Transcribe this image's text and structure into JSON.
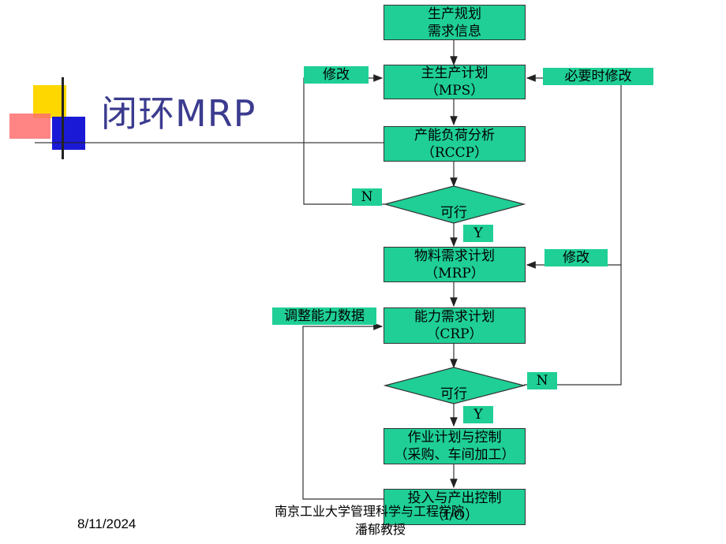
{
  "title": "闭环MRP",
  "footer": {
    "date": "8/11/2024",
    "org_line1": "南京工业大学管理科学与工程学院",
    "org_line2": "潘郁教授"
  },
  "nodes": {
    "demand": {
      "line1": "生产规划",
      "line2": "需求信息"
    },
    "mps": {
      "line1": "主生产计划",
      "line2": "（MPS）"
    },
    "rccp": {
      "line1": "产能负荷分析",
      "line2": "（RCCP）"
    },
    "decision1": "可行",
    "mrp": {
      "line1": "物料需求计划",
      "line2": "（MRP）"
    },
    "crp": {
      "line1": "能力需求计划",
      "line2": "（CRP）"
    },
    "decision2": "可行",
    "ops": {
      "line1": "作业计划与控制",
      "line2": "（采购、车间加工）"
    },
    "io": {
      "line1": "投入与产出控制",
      "line2": "（I/O）"
    }
  },
  "labels": {
    "modify_left": "修改",
    "modify_if_needed": "必要时修改",
    "n1": "N",
    "y1": "Y",
    "modify_mrp": "修改",
    "adjust_capacity": "调整能力数据",
    "n2": "N",
    "y2": "Y"
  },
  "colors": {
    "box_fill": "#1fcf96",
    "title": "#3b3b8f",
    "deco_yellow": "#ffd700",
    "deco_blue": "#1a1ad6",
    "deco_red": "#ff4d4d"
  }
}
